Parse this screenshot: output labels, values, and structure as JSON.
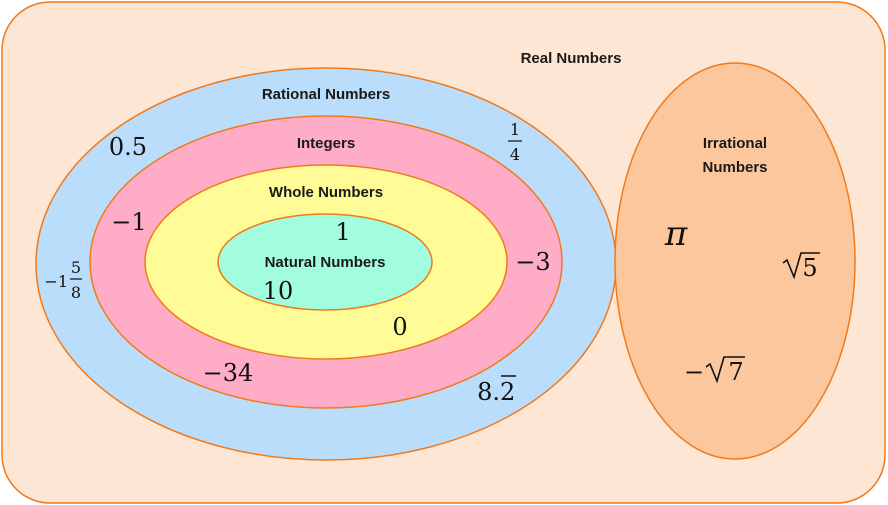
{
  "colors": {
    "outline": "#F07A1C",
    "real": "#FDE6D3",
    "rational": "#BADDFB",
    "integers": "#FFADC7",
    "whole": "#FFFB97",
    "natural": "#A2FCDE",
    "irrational": "#FCC79C"
  },
  "sets": {
    "real": "Real Numbers",
    "rational": "Rational Numbers",
    "integers": "Integers",
    "whole": "Whole Numbers",
    "natural": "Natural Numbers",
    "irrational_line1": "Irrational",
    "irrational_line2": "Numbers"
  },
  "numbers": {
    "natural": [
      "1",
      "10"
    ],
    "whole": "0",
    "integers": [
      "−1",
      "−3",
      "−34"
    ],
    "rational": {
      "decimal": "0.5",
      "fraction_num": "1",
      "fraction_den": "4",
      "mixed_whole": "−1",
      "mixed_num": "5",
      "mixed_den": "8",
      "repeating_int": "8.",
      "repeating_digit": "2"
    },
    "irrational": {
      "pi": "π",
      "sqrt5_radicand": "5",
      "neg_sqrt7_sign": "−",
      "sqrt7_radicand": "7"
    }
  }
}
